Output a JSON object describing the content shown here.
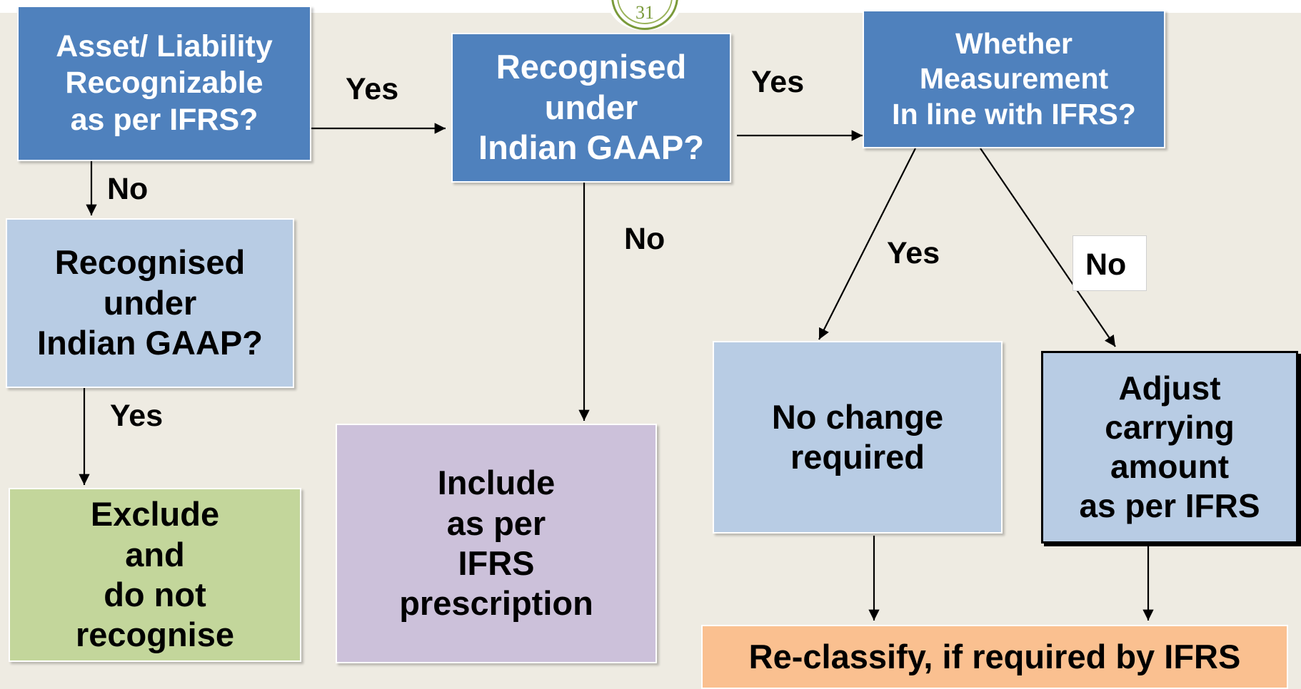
{
  "page_number": "31",
  "nodes": {
    "asset_liability": "Asset/ Liability\nRecognizable\nas per IFRS?",
    "recognised_gaap_left": "Recognised\nunder\nIndian GAAP?",
    "exclude": "Exclude\nand\ndo not\nrecognise",
    "recognised_gaap_mid": "Recognised\nunder\nIndian GAAP?",
    "include": "Include\nas per\nIFRS\nprescription",
    "measurement": "Whether\nMeasurement\nIn line with IFRS?",
    "no_change": "No change\nrequired",
    "adjust": "Adjust\ncarrying\namount\nas per IFRS",
    "reclassify": "Re-classify, if required by IFRS"
  },
  "edges": {
    "asset_to_gaap_mid": "Yes",
    "asset_to_gaap_left": "No",
    "gaap_left_to_exclude": "Yes",
    "gaap_mid_to_measurement": "Yes",
    "gaap_mid_to_include": "No",
    "measurement_to_no_change": "Yes",
    "measurement_to_adjust": "No"
  },
  "colors": {
    "background": "#eeebe2",
    "dark_blue": "#4f81bd",
    "light_blue": "#b8cce4",
    "green": "#c3d69b",
    "purple": "#ccc1da",
    "orange": "#fac090"
  }
}
